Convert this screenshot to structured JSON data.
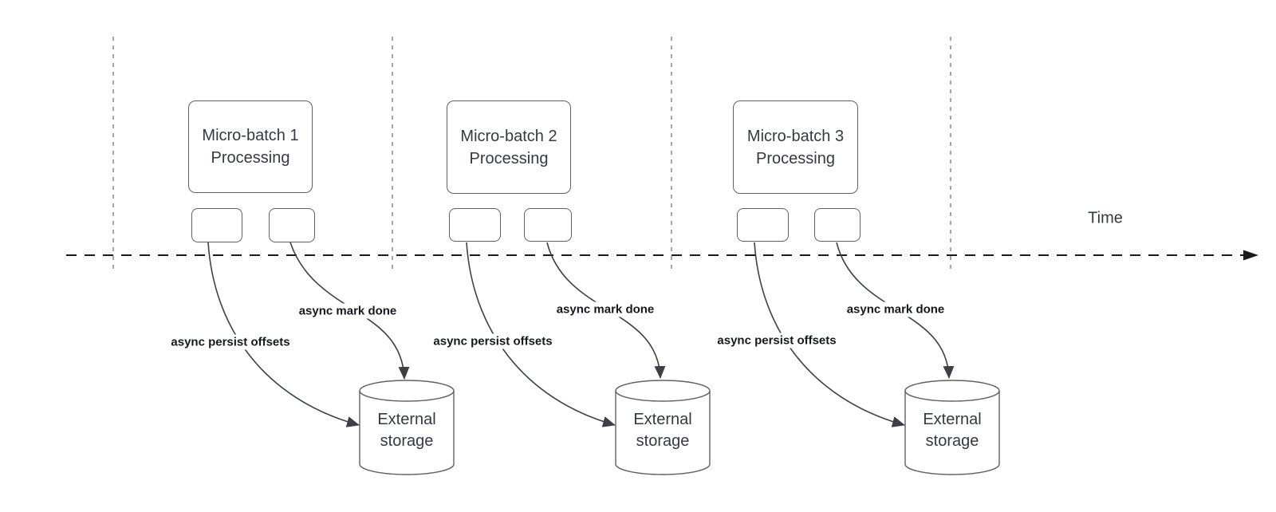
{
  "time_axis": {
    "label": "Time"
  },
  "batches": [
    {
      "title": "Micro-batch 1",
      "subtitle": "Processing",
      "persist_label": "async persist offsets",
      "mark_done_label": "async mark done",
      "storage_line1": "External",
      "storage_line2": "storage"
    },
    {
      "title": "Micro-batch 2",
      "subtitle": "Processing",
      "persist_label": "async persist offsets",
      "mark_done_label": "async mark done",
      "storage_line1": "External",
      "storage_line2": "storage"
    },
    {
      "title": "Micro-batch 3",
      "subtitle": "Processing",
      "persist_label": "async persist offsets",
      "mark_done_label": "async mark done",
      "storage_line1": "External",
      "storage_line2": "storage"
    }
  ],
  "colors": {
    "canvas_bg": "#ffffff",
    "box_stroke": "#616161",
    "curve": "#3c4048",
    "box_text": "#333a44",
    "label_text": "#15181e",
    "axis": "#1a1a1a",
    "divider": "#a6a6a6"
  }
}
